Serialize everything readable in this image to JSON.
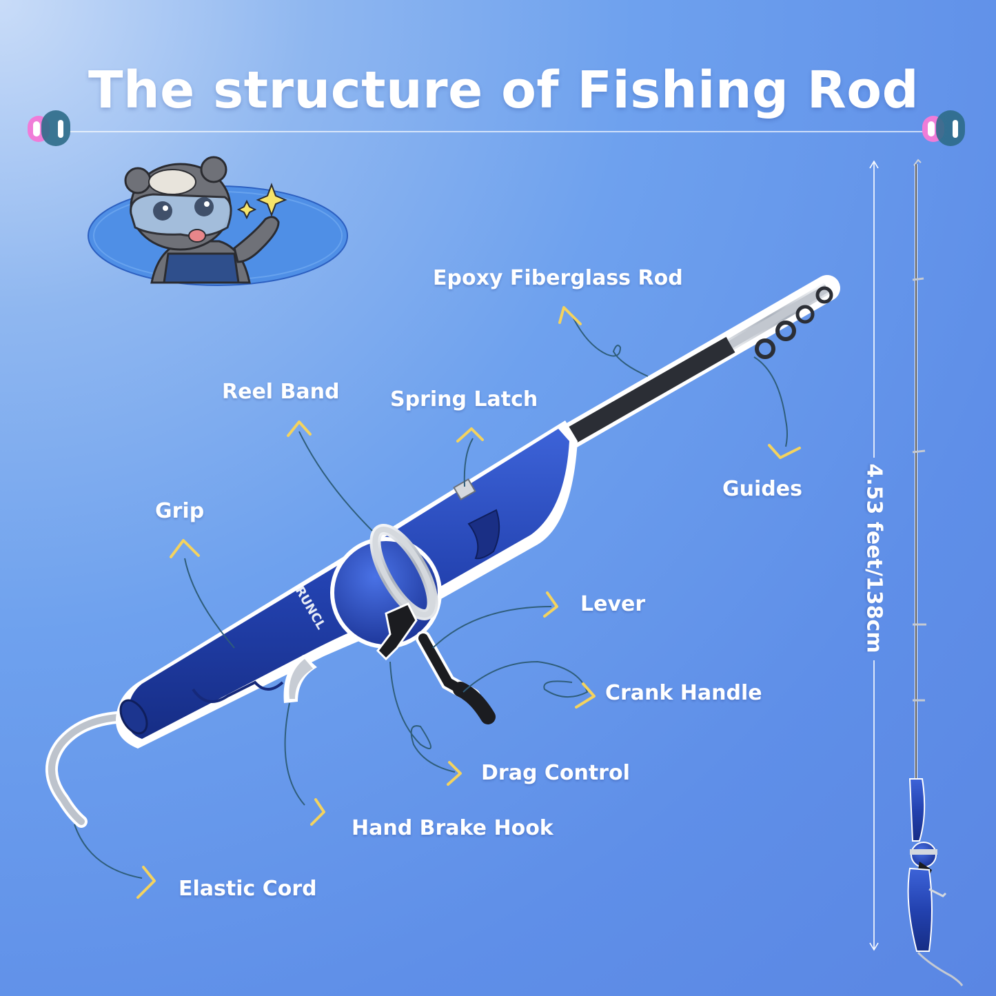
{
  "title": "The structure of Fishing Rod",
  "brand": "RUNCL",
  "length_label": "4.53 feet/138cm",
  "parts": {
    "epoxy": "Epoxy Fiberglass Rod",
    "reel_band": "Reel Band",
    "spring_latch": "Spring Latch",
    "guides": "Guides",
    "grip": "Grip",
    "lever": "Lever",
    "crank": "Crank Handle",
    "drag": "Drag Control",
    "brake": "Hand Brake Hook",
    "cord": "Elastic Cord"
  },
  "colors": {
    "rod_blue": "#2446b4",
    "accent_yellow": "#f4d35e",
    "leader": "#2f5d7a"
  }
}
